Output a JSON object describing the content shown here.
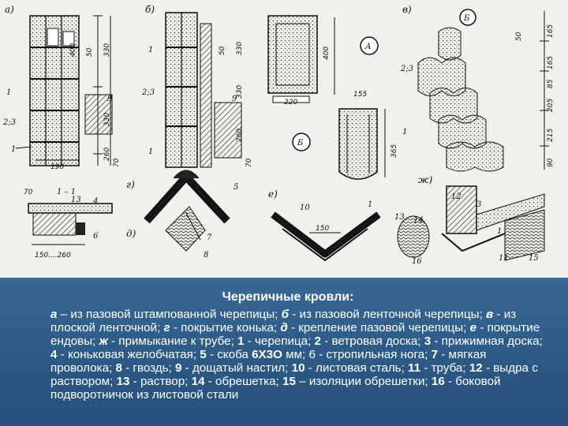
{
  "panels": {
    "a": "а)",
    "b": "б)",
    "v": "в)",
    "g": "г)",
    "d": "д)",
    "e": "е)",
    "zh": "ж)",
    "circle_A": "А",
    "circle_B": "Б",
    "circle_B2": "Б",
    "section": "1 – 1"
  },
  "dims": {
    "d400": "400",
    "d50a": "50",
    "d330a": "330",
    "d330b": "330",
    "d260": "260",
    "d70": "70",
    "d190": "190",
    "d50b": "50",
    "d330c": "330",
    "d330d": "330",
    "d260b": "260",
    "d70b": "70",
    "d400b": "400",
    "d220": "220",
    "d155": "155",
    "d365": "365",
    "d50c": "50",
    "d165a": "165",
    "d165b": "165",
    "d85": "85",
    "d205": "205",
    "d215": "215",
    "d90": "90",
    "d70c": "70",
    "d150": "150",
    "d150_260": "150....260"
  },
  "callouts": {
    "n1": "1",
    "n2_3": "2;3",
    "n9": "9",
    "n1b": "1",
    "n1c": "1",
    "n2_3b": "2;3",
    "n9b": "9",
    "n1d": "1",
    "n2_3c": "2;3",
    "n1e": "1",
    "n13": "13",
    "n4": "4",
    "n6": "6",
    "n5": "5",
    "n7": "7",
    "n8": "8",
    "n10": "10",
    "n1f": "1",
    "n12": "12",
    "n13b": "13",
    "n14": "14",
    "n16": "16",
    "n11": "11",
    "n15": "15",
    "n3": "3",
    "n1g": "1"
  },
  "caption": {
    "title": "Черепичные кровли:",
    "a_key": "а",
    "a_text": " – из пазовой штампованной черепицы; ",
    "b_key": "б",
    "b_text": " - из пазовой ленточной черепицы; ",
    "v_key": "в",
    "v_text": " - из плоской ленточной; ",
    "g_key": "г",
    "g_text": " - покрытие конька; ",
    "d_key": "д",
    "d_text": " - крепление пазовой черепицы; ",
    "e_key": "е",
    "e_text": " - покрытие ендовы; ",
    "zh_key": "ж",
    "zh_text": " - примыкание к трубе; ",
    "i1": "1",
    "t1": " - черепица; ",
    "i2": "2",
    "t2": " - ветровая доска; ",
    "i3": "3",
    "t3": " - прижимная доска; ",
    "i4": "4",
    "t4": " - коньковая желобчатая; ",
    "i5": "5",
    "t5": " - скоба ",
    "i5b": "6Х3О",
    "t5b": " мм; 6 - стропильная нога; ",
    "i7": "7",
    "t7": " - мягкая проволока; ",
    "i8": "8",
    "t8": " - гвоздь; ",
    "i9": "9",
    "t9": " - дощатый настил; ",
    "i10": "10",
    "t10": " - листовая сталь; ",
    "i11": "11",
    "t11": " - труба; ",
    "i12": "12",
    "t12": " - выдра с раствором; ",
    "i13": "13",
    "t13": " - раствор; ",
    "i14": "14",
    "t14": " - обрешетка; ",
    "i15": "15",
    "t15": " – изоляции обрешетки; ",
    "i16": "16",
    "t16": " - боковой подворотничок из листовой стали"
  },
  "colors": {
    "background": "#2d5a86",
    "drawing_bg": "#f1f0ec",
    "ink": "#111111"
  }
}
